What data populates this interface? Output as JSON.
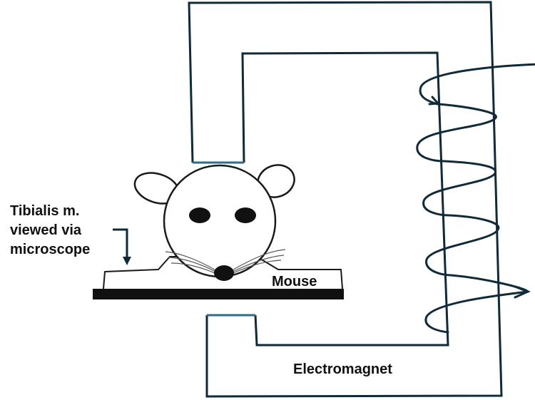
{
  "diagram": {
    "labels": {
      "tibialis_line1": "Tibialis m.",
      "tibialis_line2": "viewed via",
      "tibialis_line3": "microscope",
      "mouse": "Mouse",
      "electromagnet": "Electromagnet"
    },
    "colors": {
      "magnet_stroke": "#0f2a38",
      "magnet_tips": "#2c6e8a",
      "mouse_stroke": "#1a1a1a",
      "stage": "#111111",
      "text": "#111111"
    }
  }
}
